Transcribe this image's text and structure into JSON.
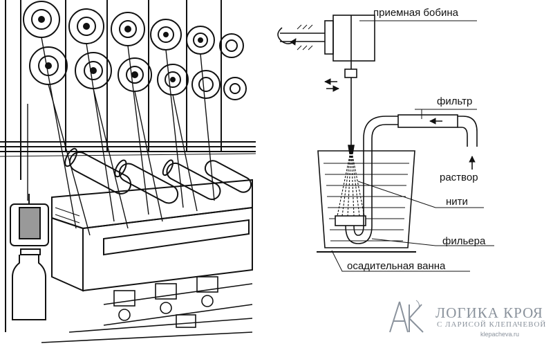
{
  "labels": {
    "take_up_bobbin": "приемная бобина",
    "filter": "фильтр",
    "solution": "раствор",
    "filaments": "нити",
    "spinneret": "фильера",
    "coagulation_bath": "осадительная ванна"
  },
  "logo": {
    "title": "ЛОГИКА КРОЯ",
    "subtitle": "С ЛАРИСОЙ КЛЕПАЧЕВОЙ",
    "site": "klepacheva.ru"
  },
  "colors": {
    "ink": "#111111",
    "logo_gray": "#8a929c"
  }
}
